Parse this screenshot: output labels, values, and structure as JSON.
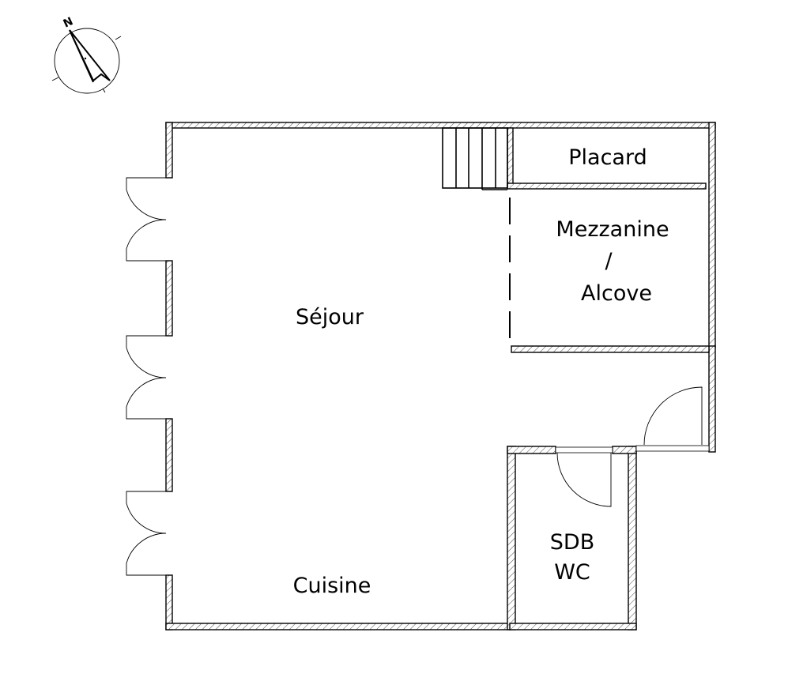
{
  "compass": {
    "north_label": "N"
  },
  "rooms": {
    "placard": "Placard",
    "mezzanine": "Mezzanine",
    "separator": "/",
    "alcove": "Alcove",
    "sejour": "Séjour",
    "cuisine": "Cuisine",
    "sdb": "SDB",
    "wc": "WC"
  },
  "colors": {
    "line": "#000000",
    "background": "#ffffff"
  }
}
